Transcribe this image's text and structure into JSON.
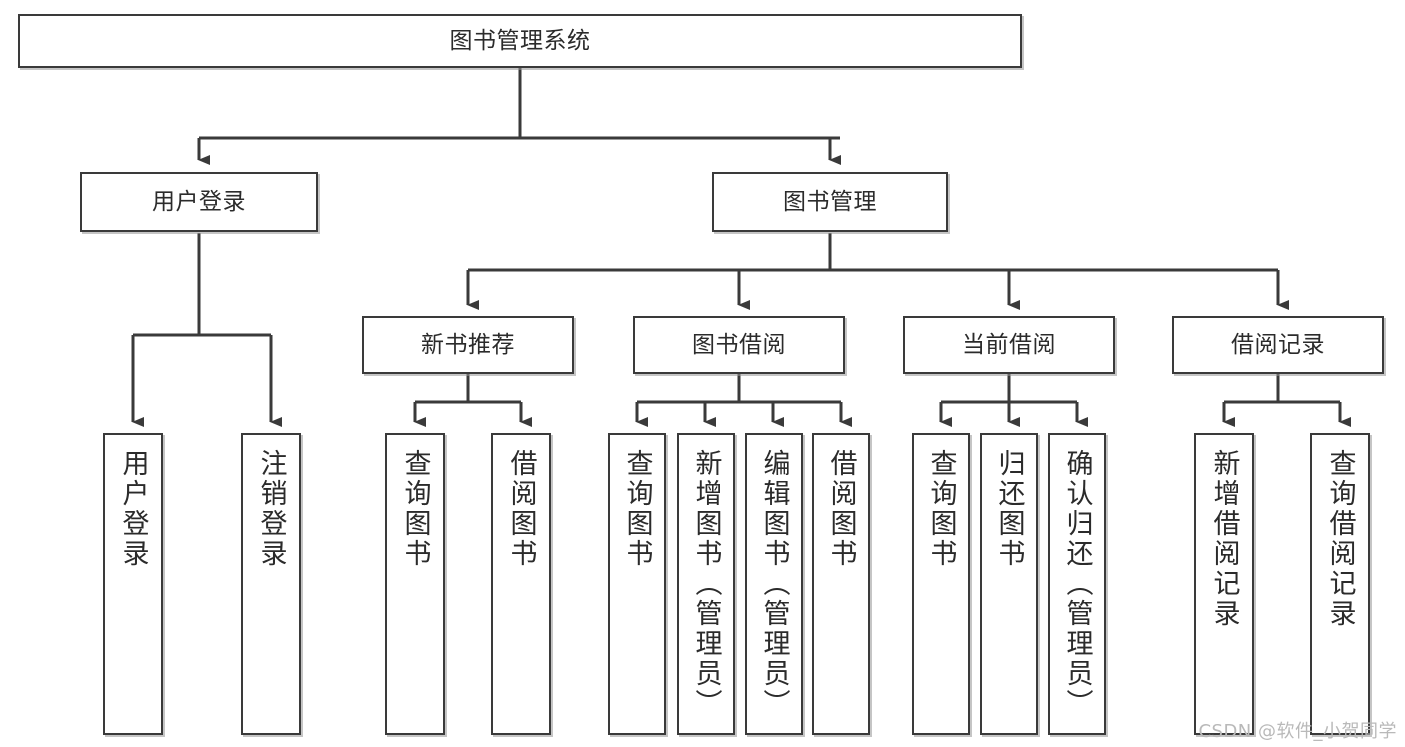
{
  "diagram": {
    "title": "图书管理系统",
    "watermark": "CSDN @软件_小贺同学",
    "colors": {
      "stroke": "#3a3a3a",
      "fill": "#ffffff",
      "text": "#2b2b2b",
      "watermark": "#b9b9b9"
    },
    "levels": {
      "root": {
        "label": "图书管理系统"
      },
      "level2": [
        {
          "label": "用户登录"
        },
        {
          "label": "图书管理"
        }
      ],
      "level3": [
        {
          "label": "新书推荐"
        },
        {
          "label": "图书借阅"
        },
        {
          "label": "当前借阅"
        },
        {
          "label": "借阅记录"
        }
      ],
      "leaves": {
        "user_login": [
          {
            "label": "用户登录"
          },
          {
            "label": "注销登录"
          }
        ],
        "new_book_recommend": [
          {
            "label": "查询图书"
          },
          {
            "label": "借阅图书"
          }
        ],
        "book_borrow": [
          {
            "label": "查询图书"
          },
          {
            "label": "新增图书（管理员）"
          },
          {
            "label": "编辑图书（管理员）"
          },
          {
            "label": "借阅图书"
          }
        ],
        "current_borrow": [
          {
            "label": "查询图书"
          },
          {
            "label": "归还图书"
          },
          {
            "label": "确认归还（管理员）"
          }
        ],
        "borrow_record": [
          {
            "label": "新增借阅记录"
          },
          {
            "label": "查询借阅记录"
          }
        ]
      }
    }
  }
}
